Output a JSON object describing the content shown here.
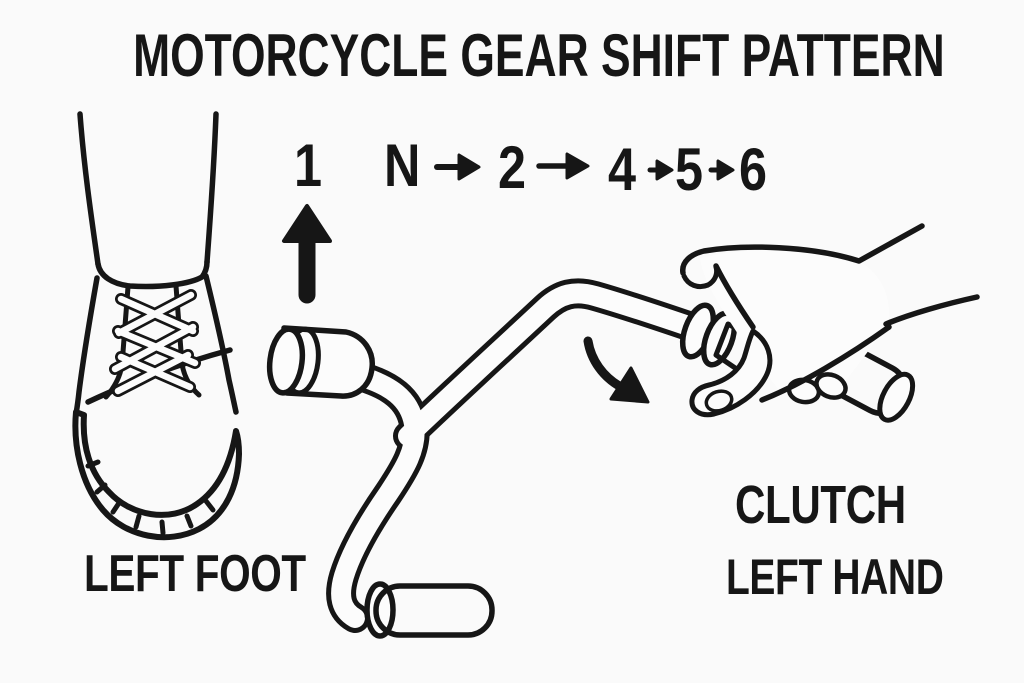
{
  "title": "MOTORCYCLE GEAR SHIFT PATTERN",
  "gear_pattern": {
    "sequence_display": "1  N → 2 → 4→5→6",
    "down_gear": "1",
    "up_sequence": [
      "N",
      "2",
      "4",
      "5",
      "6"
    ],
    "tokens": {
      "one": "1",
      "neutral": "N",
      "two": "2",
      "four": "4",
      "five": "5",
      "six": "6"
    }
  },
  "labels": {
    "left_foot": "LEFT FOOT",
    "clutch": "CLUTCH",
    "left_hand": "LEFT HAND"
  },
  "icons": {
    "up_arrow": "up-arrow-icon",
    "right_arrows": "right-arrow-icon",
    "rotation_arrow": "rotate-arrow-icon"
  },
  "colors": {
    "background": "#fafafa",
    "ink": "#161616",
    "shape_fill": "#fcfcfc",
    "sole_gray": "#c8c8c8",
    "pedal_gray": "#9a9a9a",
    "peg_band_gray": "#dadada",
    "lever_tip_gray": "#cccccc",
    "grip_gray": "#c6c6c6"
  }
}
